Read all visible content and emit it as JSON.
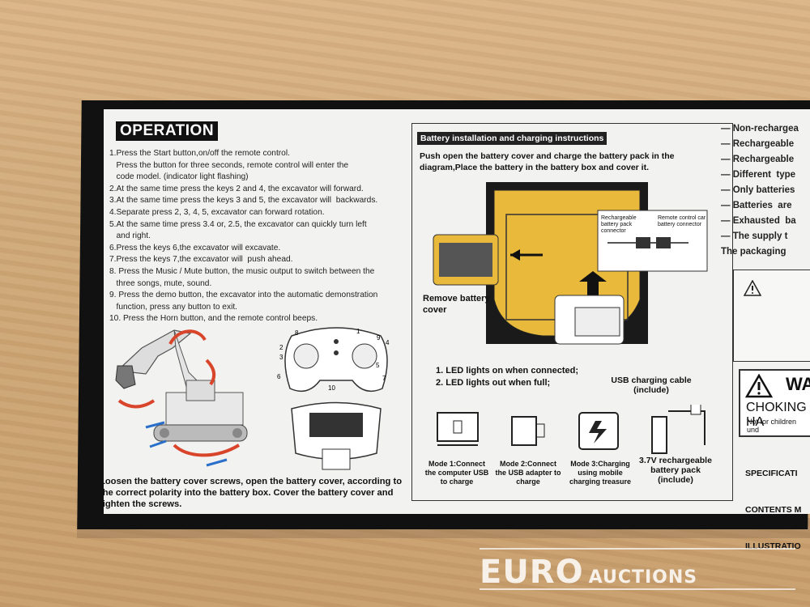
{
  "operation": {
    "title": "OPERATION",
    "steps": [
      "1.Press the Start button,on/off the remote control.",
      "   Press the button for three seconds, remote control will enter the",
      "   code model. (indicator light flashing)",
      "2.At the same time press the keys 2 and 4, the excavator will forward.",
      "3.At the same time press the keys 3 and 5, the excavator will  backwards.",
      "4.Separate press 2, 3, 4, 5, excavator can forward rotation.",
      "5.At the same time press 3.4 or, 2.5, the excavator can quickly turn left",
      "   and right.",
      "6.Press the keys 6,the excavator will excavate.",
      "7.Press the keys 7,the excavator will  push ahead.",
      "8. Press the Music / Mute button, the music output to switch between the",
      "   three songs, mute, sound.",
      "9. Press the demo button, the excavator into the automatic demonstration",
      "   function, press any button to exit.",
      "10. Press the Horn button, and the remote control beeps."
    ],
    "footer": "Loosen the battery cover screws, open the battery cover, according to the correct polarity into the battery box. Cover the battery cover and tighten the screws."
  },
  "controller_labels": [
    "8",
    "2",
    "3",
    "6",
    "1",
    "9",
    "4",
    "5",
    "7",
    "10"
  ],
  "battery": {
    "title": "Battery installation and charging instructions",
    "text": "Push open the battery cover and charge the battery pack in the diagram,Place the battery in the battery box and cover it.",
    "remove_label": "Remove battery cover",
    "connector_left": "Rechargeable battery pack connector",
    "connector_right": "Remote control car battery connector",
    "led_1": "1. LED lights on when connected;",
    "led_2": "2. LED lights out when full;",
    "usb_label": "USB charging cable (include)",
    "pack_label": "3.7V rechargeable battery pack (include)",
    "modes": [
      "Mode 1:Connect the computer USB to charge",
      "Mode 2:Connect the USB adapter to charge",
      "Mode 3:Charging using mobile charging treasure"
    ]
  },
  "right_panel": {
    "items": [
      "— Non-rechargea",
      "— Rechargeable",
      "— Rechargeable",
      "— Different  type",
      "— Only batteries",
      "— Batteries  are",
      "— Exhausted  ba",
      "— The supply t",
      "The packaging"
    ],
    "warning_title": "WA",
    "choking": "CHOKING HA",
    "not_for": "Not for children und",
    "spec_lines": [
      "SPECIFICATI",
      "CONTENTS M",
      "ILLUSTRATIO"
    ]
  },
  "watermark": {
    "euro": "EURO",
    "auctions": "AUCTIONS"
  },
  "colors": {
    "battery_yellow": "#e8b93a",
    "panel": "#f2f2f0",
    "box": "#111111"
  }
}
